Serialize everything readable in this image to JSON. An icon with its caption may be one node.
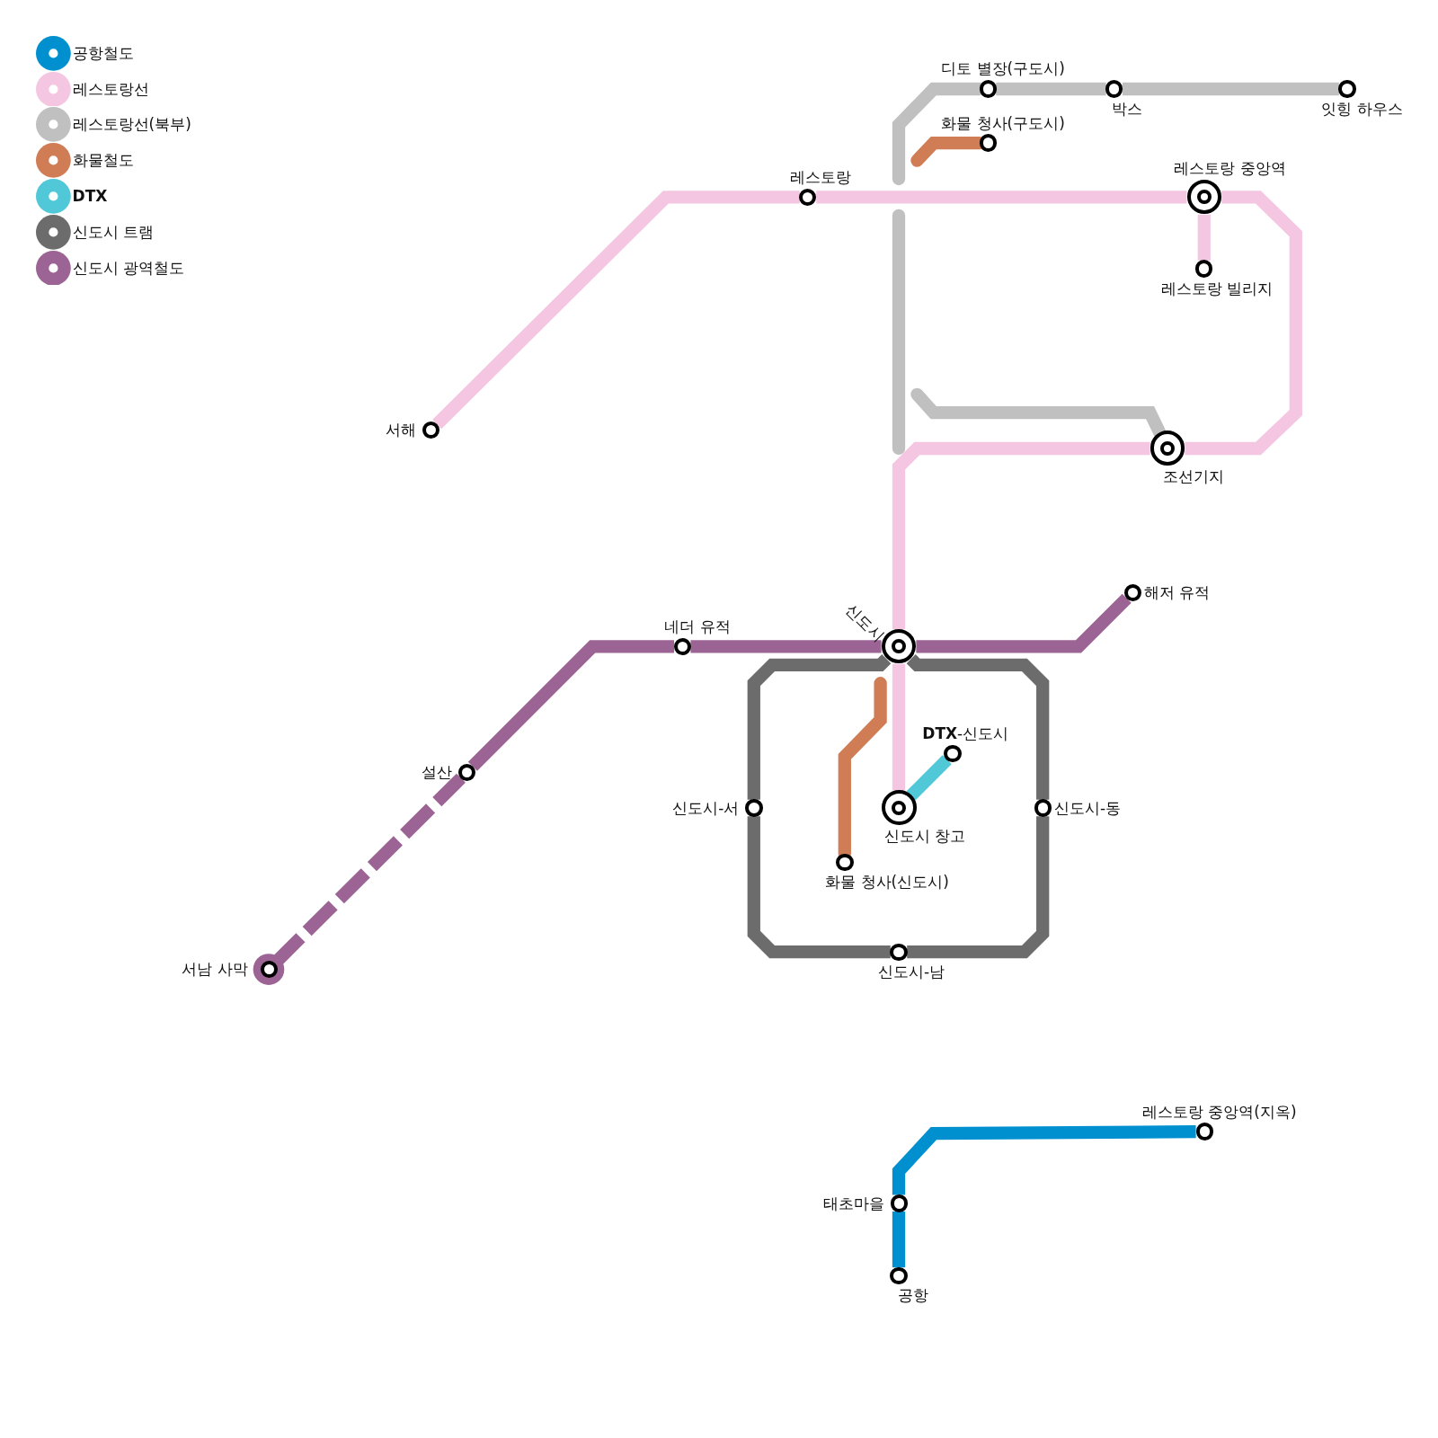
{
  "diagram": {
    "nodes": [
      {
        "text": [
          "디토 별장(구도시)"
        ]
      },
      {
        "text": [
          "박스"
        ]
      },
      {
        "text": [
          "잇힝 하우스"
        ]
      },
      {
        "text": [
          "화물 청사(구도시)"
        ]
      },
      {
        "text": [
          "레스토랑"
        ]
      },
      {
        "text": [
          "레스토랑 중앙역"
        ]
      },
      {
        "text": [
          "레스토랑 빌리지"
        ]
      },
      {
        "text": [
          "서해"
        ]
      },
      {
        "text": [
          "조선기지"
        ]
      },
      {
        "text": [
          "해저 유적"
        ]
      },
      {
        "text": [
          "네더 유적"
        ]
      },
      {
        "text": [
          "신도시"
        ]
      },
      {
        "text": [
          "설산"
        ]
      },
      {
        "text": [
          "**DTX**-신도시"
        ]
      },
      {
        "text": [
          "신도시-서"
        ]
      },
      {
        "text": [
          "신도시 창고"
        ]
      },
      {
        "text": [
          "신도시-동"
        ]
      },
      {
        "text": [
          "화물 청사(신도시)"
        ]
      },
      {
        "text": [
          "서남 사막"
        ]
      },
      {
        "text": [
          "신도시-남"
        ]
      },
      {
        "text": [
          "레스토랑 중앙역(지옥)"
        ]
      },
      {
        "text": [
          "태초마을"
        ]
      },
      {
        "text": [
          "공항"
        ]
      }
    ],
    "edges": [
      {
        "from": 22,
        "to": 21,
        "arrow": "none",
        "color": "#0090d0"
      },
      {
        "from": 21,
        "to": 20,
        "arrow": "none",
        "color": "#0090d0"
      },
      {
        "from": 7,
        "to": 4,
        "arrow": "none",
        "color": "#f4c6e2"
      },
      {
        "from": 4,
        "to": 5,
        "arrow": "none",
        "color": "#f4c6e2"
      },
      {
        "from": 5,
        "to": 6,
        "arrow": "none",
        "color": "#f4c6e2"
      },
      {
        "from": 5,
        "to": 8,
        "arrow": "none",
        "color": "#f4c6e2"
      },
      {
        "from": 8,
        "to": 11,
        "arrow": "none",
        "color": "#f4c6e2"
      },
      {
        "from": 11,
        "to": 15,
        "arrow": "none",
        "color": "#f4c6e2"
      },
      {
        "from": 2,
        "to": 1,
        "arrow": "none",
        "color": "#c0c0c0"
      },
      {
        "from": 1,
        "to": 0,
        "arrow": "none",
        "color": "#c0c0c0"
      },
      {
        "from": 0,
        "to": null,
        "arrow": "none",
        "color": "#c0c0c0"
      },
      {
        "from": null,
        "to": 8,
        "arrow": "none",
        "color": "#c0c0c0"
      },
      {
        "from": 3,
        "to": null,
        "arrow": "none",
        "color": "#d07c54"
      },
      {
        "from": 17,
        "to": null,
        "arrow": "none",
        "color": "#d07c54"
      },
      {
        "from": 15,
        "to": 13,
        "arrow": "none",
        "color": "#50c8d8"
      },
      {
        "from": 11,
        "to": 14,
        "arrow": "none",
        "color": "#6c6c6c"
      },
      {
        "from": 14,
        "to": 19,
        "arrow": "none",
        "color": "#6c6c6c"
      },
      {
        "from": 19,
        "to": 16,
        "arrow": "none",
        "color": "#6c6c6c"
      },
      {
        "from": 16,
        "to": 11,
        "arrow": "none",
        "color": "#6c6c6c"
      },
      {
        "from": 18,
        "to": 12,
        "arrow": "other",
        "style": "dashed",
        "color": "#9c6494"
      },
      {
        "from": 12,
        "to": 10,
        "arrow": "none",
        "color": "#9c6494"
      },
      {
        "from": 10,
        "to": 11,
        "arrow": "none",
        "color": "#9c6494"
      },
      {
        "from": 11,
        "to": 9,
        "arrow": "none",
        "color": "#9c6494"
      }
    ],
    "legend": [
      {
        "text": "공항철도",
        "color": "#0090d0"
      },
      {
        "text": "레스토랑선",
        "color": "#f4c6e2"
      },
      {
        "text": "레스토랑선(북부)",
        "color": "#c0c0c0"
      },
      {
        "text": "화물철도",
        "color": "#d07c54"
      },
      {
        "text": "DTX",
        "color": "#50c8d8"
      },
      {
        "text": "신도시 트램",
        "color": "#6c6c6c"
      },
      {
        "text": "신도시 광역철도",
        "color": "#9c6494"
      }
    ]
  }
}
